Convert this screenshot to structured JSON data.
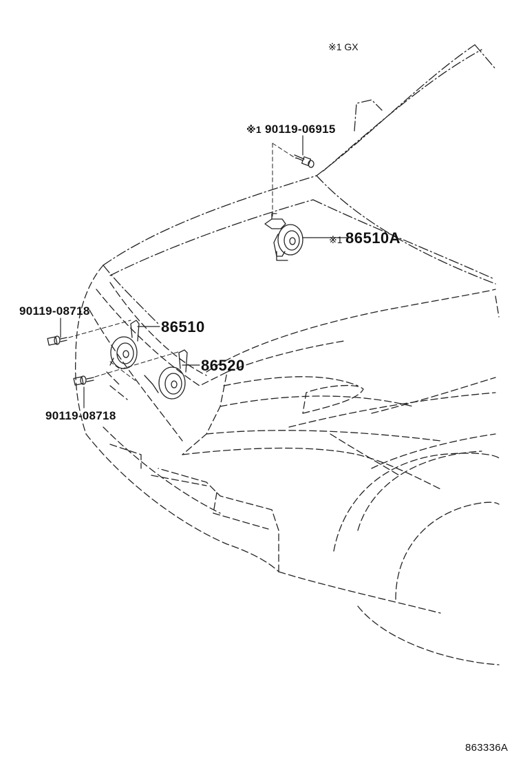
{
  "note": "※1 GX",
  "figure_id": "863336A",
  "callouts": {
    "screw_upper": {
      "prefix": "※1",
      "number": "90119-06915"
    },
    "horn_upper": {
      "prefix": "※1",
      "number": "86510A"
    },
    "screw_left_top": {
      "number": "90119-08718"
    },
    "horn_high": {
      "number": "86510"
    },
    "horn_low": {
      "number": "86520"
    },
    "screw_left_bottom": {
      "number": "90119-08718"
    }
  }
}
